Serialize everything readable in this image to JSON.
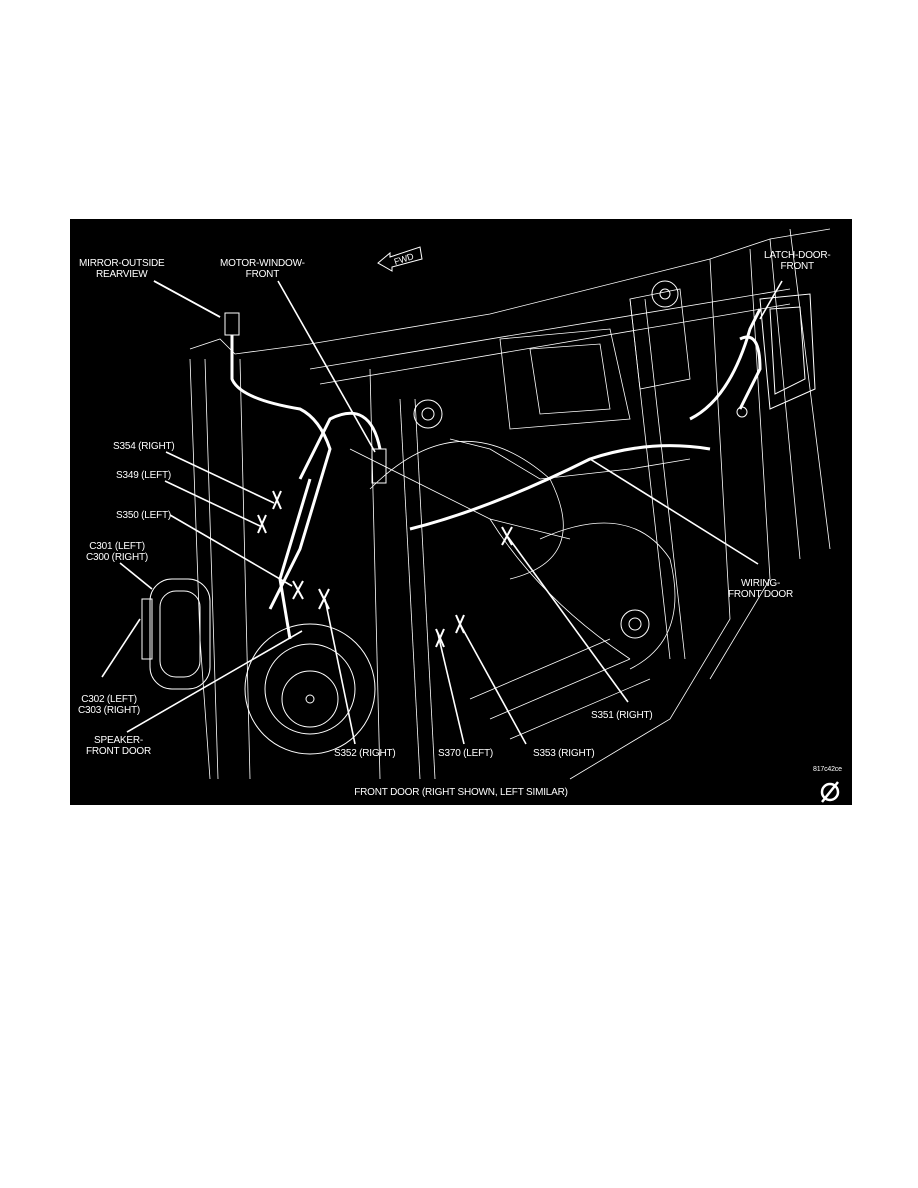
{
  "figure": {
    "caption": "FRONT DOOR  (RIGHT SHOWN, LEFT SIMILAR)",
    "figure_id": "817c42ce",
    "direction_marker": "FWD",
    "background": "#000000",
    "line_color": "#ffffff",
    "callouts": {
      "mirror": [
        "MIRROR-OUTSIDE",
        "REARVIEW"
      ],
      "motor": [
        "MOTOR-WINDOW-",
        "FRONT"
      ],
      "latch": [
        "LATCH-DOOR-",
        "FRONT"
      ],
      "s354": "S354 (RIGHT)",
      "s349": "S349 (LEFT)",
      "s350": "S350 (LEFT)",
      "c301": [
        "C301 (LEFT)",
        "C300 (RIGHT)"
      ],
      "c302": [
        "C302 (LEFT)",
        "C303 (RIGHT)"
      ],
      "speaker": [
        "SPEAKER-",
        "FRONT DOOR"
      ],
      "s352": "S352 (RIGHT)",
      "s370": "S370 (LEFT)",
      "s353": "S353 (RIGHT)",
      "s351": "S351 (RIGHT)",
      "wiring": [
        "WIRING-",
        "FRONT DOOR"
      ]
    }
  }
}
